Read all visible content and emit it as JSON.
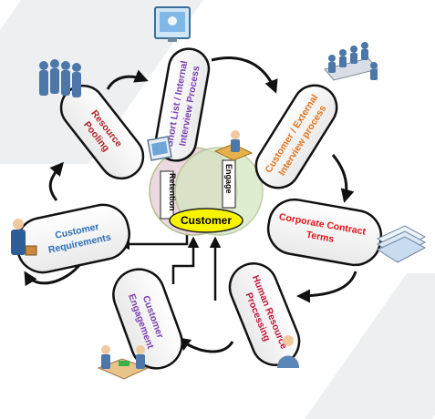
{
  "center": {
    "label": "Customer"
  },
  "venn": {
    "retention": "Retention",
    "engagement": "Engage"
  },
  "nodes": [
    {
      "id": "shortlist",
      "line1": "Short List / Internal",
      "line2": "Interview Process",
      "color": "#7a3fb0"
    },
    {
      "id": "customer-external",
      "line1": "Customer / External",
      "line2": "Interview process",
      "color": "#e2731a"
    },
    {
      "id": "corporate-contract",
      "line1": "Corporate Contract",
      "line2": "Terms",
      "color": "#e0151a"
    },
    {
      "id": "human-resource",
      "line1": "Human Resource",
      "line2": "Processing",
      "color": "#c0163a"
    },
    {
      "id": "customer-engagement",
      "line1": "Customer",
      "line2": "Engagement",
      "color": "#7a3fb0"
    },
    {
      "id": "customer-requirements",
      "line1": "Customer",
      "line2": "Requirements",
      "color": "#2b6fb6"
    },
    {
      "id": "resource-pooling",
      "line1": "Resource",
      "line2": "Pooling",
      "color": "#b21e24"
    }
  ],
  "colors": {
    "venn_left": "#ecd8df",
    "venn_right": "#d3e6bf",
    "venn_stroke": "#aebd8c",
    "center_fill": "#f8f400",
    "bubble_stroke": "#111111",
    "connector": "#111111"
  },
  "icons": [
    "projector-screen-icon",
    "meeting-table-icon",
    "stacked-documents-icon",
    "person-icon",
    "handshake-desk-icon",
    "person-with-briefcase-icon",
    "group-of-people-icon",
    "monitor-icon",
    "person-at-desk-icon"
  ]
}
